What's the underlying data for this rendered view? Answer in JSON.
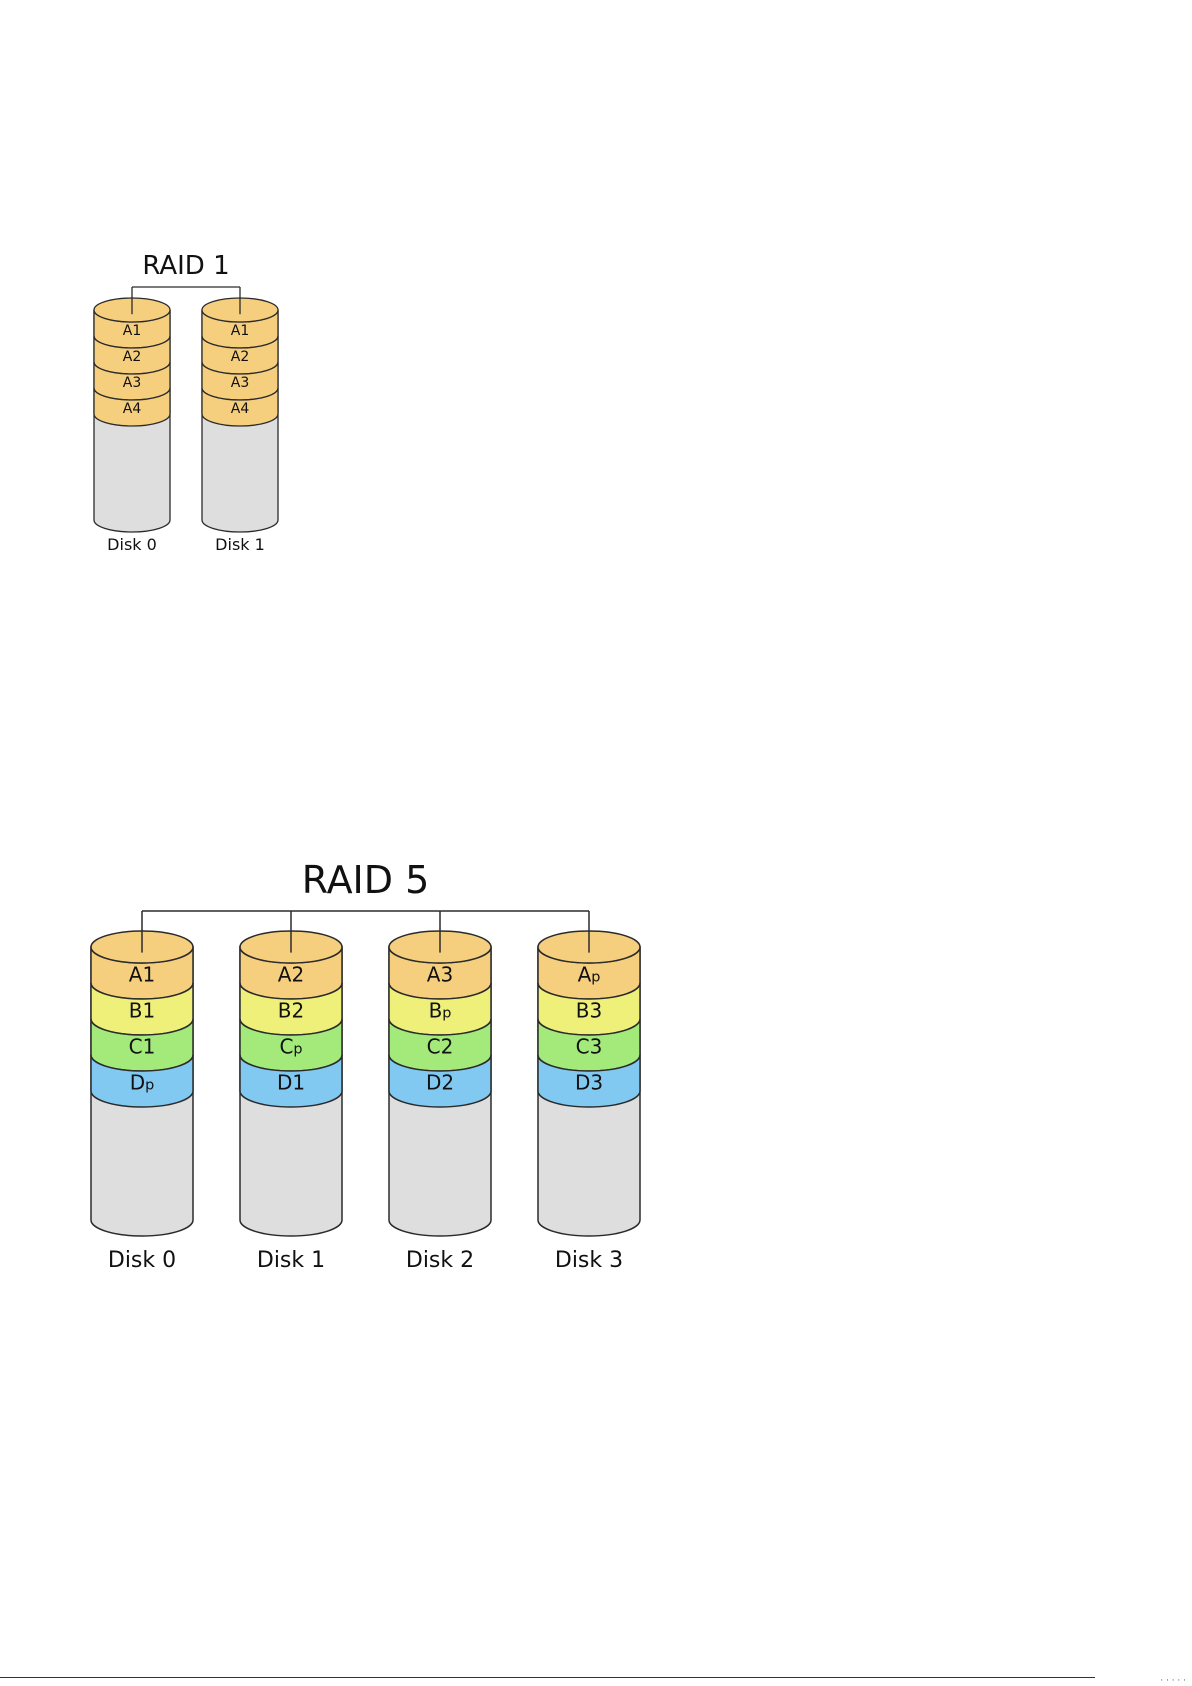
{
  "colors": {
    "A": "#f5cf7d",
    "B": "#eef07a",
    "C": "#a3ea7b",
    "D": "#82c9f2",
    "empty": "#dedede",
    "outline": "#2b2b2b"
  },
  "raid1": {
    "title": "RAID 1",
    "disks": [
      {
        "label": "Disk 0",
        "blocks": [
          {
            "text": "A1",
            "group": "A"
          },
          {
            "text": "A2",
            "group": "A"
          },
          {
            "text": "A3",
            "group": "A"
          },
          {
            "text": "A4",
            "group": "A"
          }
        ]
      },
      {
        "label": "Disk 1",
        "blocks": [
          {
            "text": "A1",
            "group": "A"
          },
          {
            "text": "A2",
            "group": "A"
          },
          {
            "text": "A3",
            "group": "A"
          },
          {
            "text": "A4",
            "group": "A"
          }
        ]
      }
    ]
  },
  "raid5": {
    "title": "RAID 5",
    "disks": [
      {
        "label": "Disk 0",
        "blocks": [
          {
            "text": "A1",
            "group": "A"
          },
          {
            "text": "B1",
            "group": "B"
          },
          {
            "text": "C1",
            "group": "C"
          },
          {
            "text": "D",
            "sub": "p",
            "group": "D"
          }
        ]
      },
      {
        "label": "Disk 1",
        "blocks": [
          {
            "text": "A2",
            "group": "A"
          },
          {
            "text": "B2",
            "group": "B"
          },
          {
            "text": "C",
            "sub": "p",
            "group": "C"
          },
          {
            "text": "D1",
            "group": "D"
          }
        ]
      },
      {
        "label": "Disk 2",
        "blocks": [
          {
            "text": "A3",
            "group": "A"
          },
          {
            "text": "B",
            "sub": "p",
            "group": "B"
          },
          {
            "text": "C2",
            "group": "C"
          },
          {
            "text": "D2",
            "group": "D"
          }
        ]
      },
      {
        "label": "Disk 3",
        "blocks": [
          {
            "text": "A",
            "sub": "p",
            "group": "A"
          },
          {
            "text": "B3",
            "group": "B"
          },
          {
            "text": "C3",
            "group": "C"
          },
          {
            "text": "D3",
            "group": "D"
          }
        ]
      }
    ]
  }
}
